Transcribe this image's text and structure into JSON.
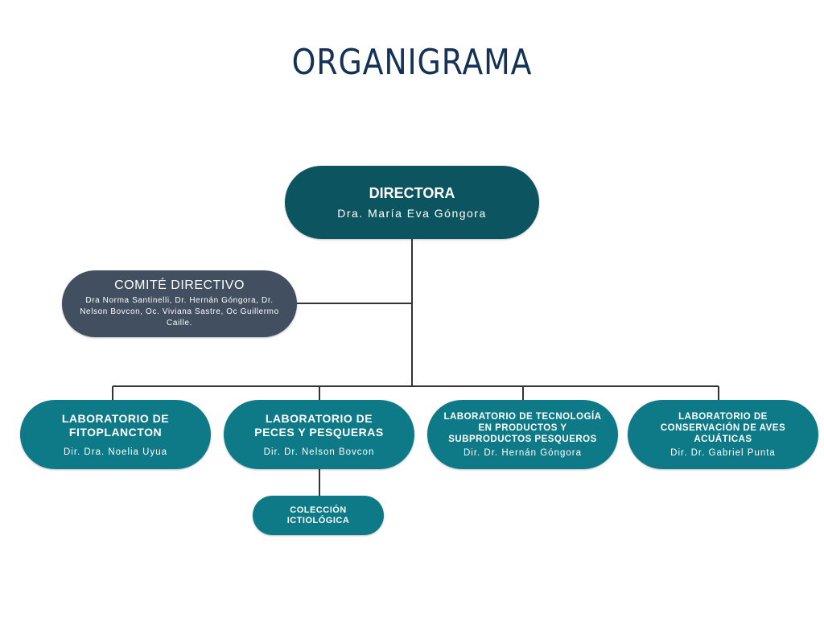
{
  "title": "ORGANIGRAMA",
  "colors": {
    "title": "#133256",
    "director": "#0c5560",
    "committee": "#414f60",
    "labs": "#0f7a87",
    "connectors": "#333333"
  },
  "director": {
    "title": "DIRECTORA",
    "name": "Dra. María Eva Góngora"
  },
  "committee": {
    "title": "COMITÉ DIRECTIVO",
    "members": "Dra Norma Santinelli, Dr. Hernán Góngora, Dr. Nelson Bovcon, Oc. Viviana Sastre, Oc Guillermo Caille."
  },
  "labs": [
    {
      "title": "LABORATORIO DE FITOPLANCTON",
      "director": "Dir. Dra. Noelia Uyua"
    },
    {
      "title": "LABORATORIO DE PECES Y PESQUERAS",
      "director": "Dir. Dr. Nelson Bovcon"
    },
    {
      "title": "LABORATORIO DE TECNOLOGÍA EN PRODUCTOS Y SUBPRODUCTOS PESQUEROS",
      "director": "Dir. Dr. Hernán Góngora"
    },
    {
      "title": "LABORATORIO DE CONSERVACIÓN DE AVES ACUÁTICAS",
      "director": "Dir. Dr. Gabriel Punta"
    }
  ],
  "collection": {
    "title": "COLECCIÓN ICTIOLÓGICA",
    "parent": "LABORATORIO DE PECES Y PESQUERAS"
  }
}
